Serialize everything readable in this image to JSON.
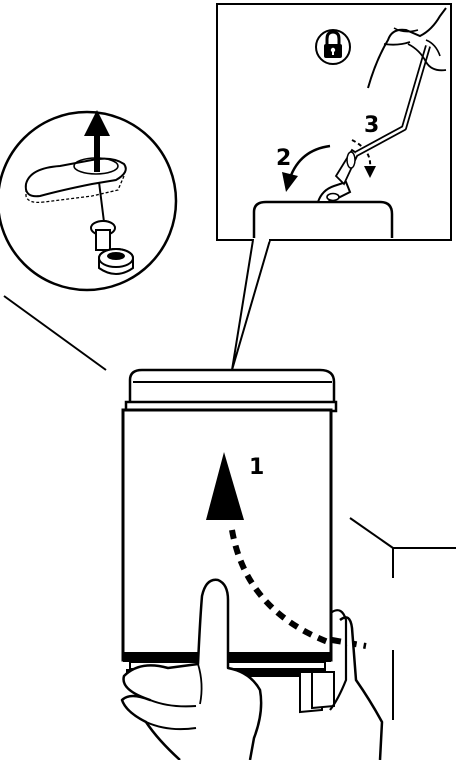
{
  "steps": {
    "one": "1",
    "two": "2",
    "three": "3"
  },
  "icons": {
    "lock": "lock-icon"
  },
  "colors": {
    "line": "#000000",
    "background": "#ffffff"
  }
}
